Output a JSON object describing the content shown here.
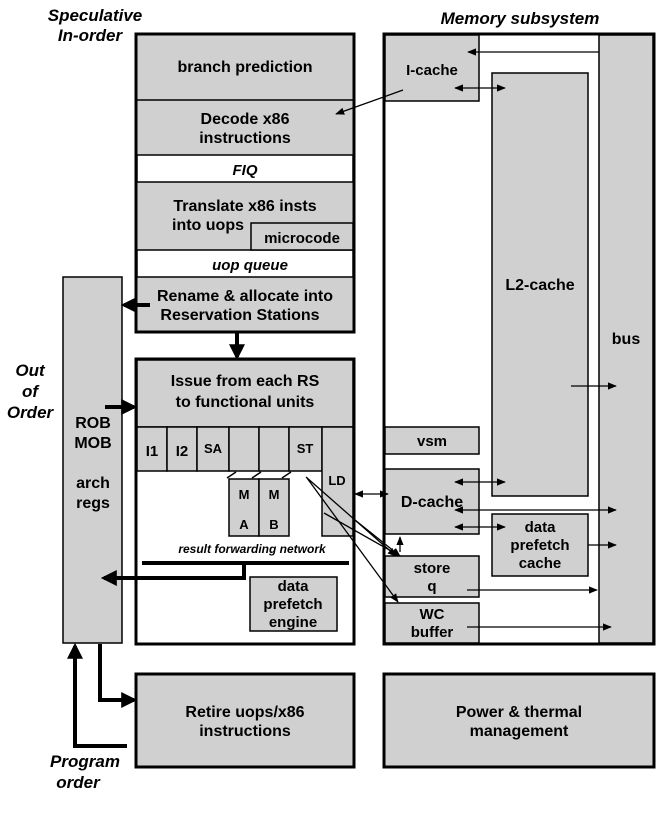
{
  "labels": {
    "speculative_line1": "Speculative",
    "speculative_line2": "In-order",
    "memory_subsystem": "Memory subsystem",
    "out_of_order_line1": "Out",
    "out_of_order_line2": "of",
    "out_of_order_line3": "Order",
    "program_order_line1": "Program",
    "program_order_line2": "order"
  },
  "frontend": {
    "branch_prediction": "branch prediction",
    "decode_line1": "Decode x86",
    "decode_line2": "instructions",
    "fiq": "FIQ",
    "translate_line1": "Translate x86 insts",
    "translate_line2": "into uops",
    "microcode": "microcode",
    "uop_queue": "uop queue",
    "rename_line1": "Rename & allocate into",
    "rename_line2": "Reservation Stations"
  },
  "execution": {
    "issue_line1": "Issue from each RS",
    "issue_line2": "to functional units",
    "units": {
      "i1": "I1",
      "i2": "I2",
      "sa": "SA",
      "st": "ST",
      "ld": "LD",
      "ma_1": "M",
      "ma_2": "A",
      "mb_1": "M",
      "mb_2": "B"
    },
    "result_forwarding": "result forwarding network",
    "prefetch_line1": "data",
    "prefetch_line2": "prefetch",
    "prefetch_line3": "engine"
  },
  "rob": {
    "line1": "ROB",
    "line2": "MOB",
    "line3": "arch",
    "line4": "regs"
  },
  "memory": {
    "icache": "I-cache",
    "l2cache": "L2-cache",
    "bus": "bus",
    "vsm": "vsm",
    "dcache": "D-cache",
    "prefetch_line1": "data",
    "prefetch_line2": "prefetch",
    "prefetch_line3": "cache",
    "storeq_line1": "store",
    "storeq_line2": "q",
    "wc_line1": "WC",
    "wc_line2": "buffer"
  },
  "bottom": {
    "retire_line1": "Retire uops/x86",
    "retire_line2": "instructions",
    "power_line1": "Power & thermal",
    "power_line2": "management"
  },
  "colors": {
    "fill": "#d0d0d0",
    "white": "#ffffff",
    "line": "#000000"
  }
}
